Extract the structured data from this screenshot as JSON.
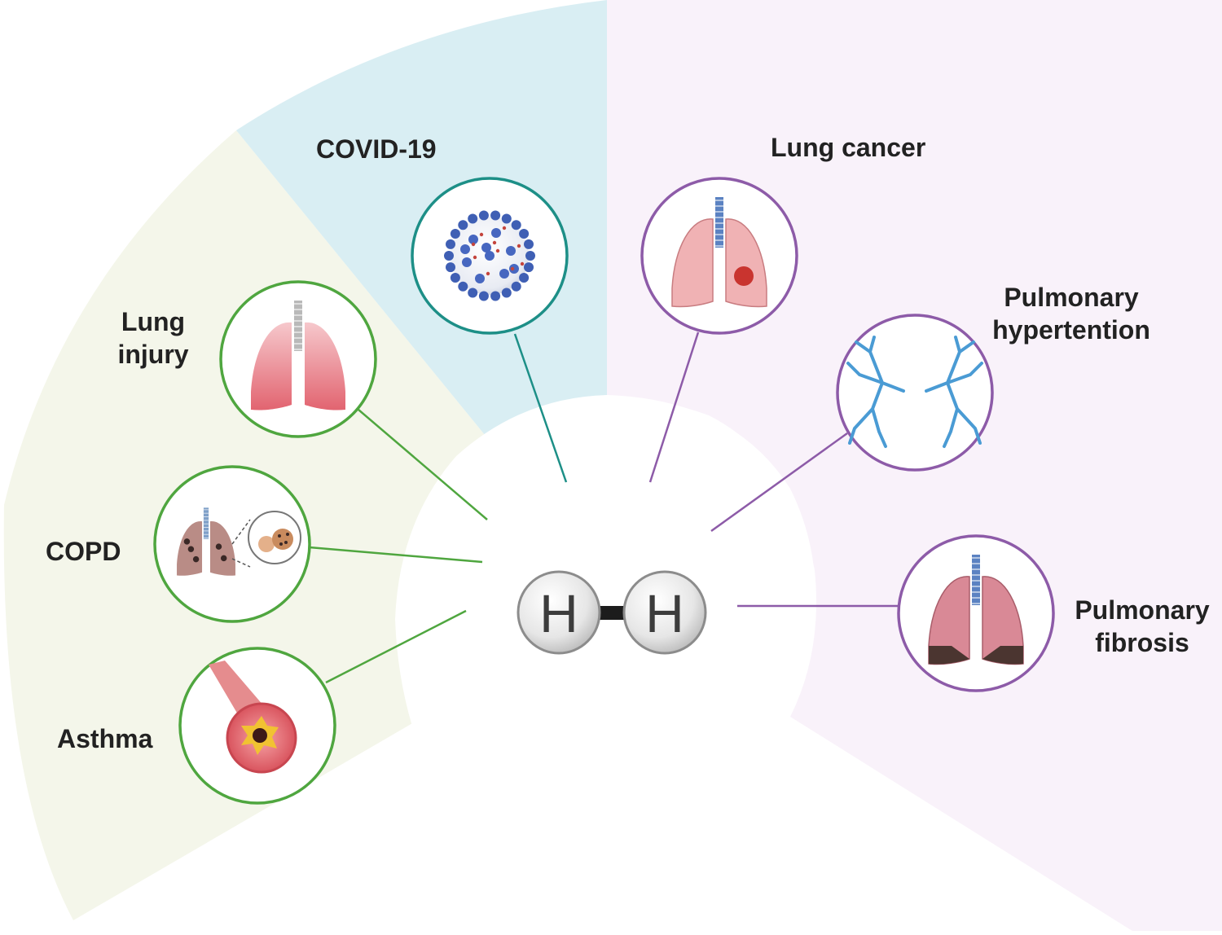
{
  "molecule": {
    "atom_left": "H",
    "atom_right": "H"
  },
  "diseases": [
    {
      "key": "covid",
      "label_lines": [
        "COVID-19"
      ],
      "group": "teal"
    },
    {
      "key": "lung-injury",
      "label_lines": [
        "Lung",
        "injury"
      ],
      "group": "green"
    },
    {
      "key": "copd",
      "label_lines": [
        "COPD"
      ],
      "group": "green"
    },
    {
      "key": "asthma",
      "label_lines": [
        "Asthma"
      ],
      "group": "green"
    },
    {
      "key": "lung-cancer",
      "label_lines": [
        "Lung cancer"
      ],
      "group": "purple"
    },
    {
      "key": "pulmonary-hypertention",
      "label_lines": [
        "Pulmonary",
        "hypertention"
      ],
      "group": "purple"
    },
    {
      "key": "pulmonary-fibrosis",
      "label_lines": [
        "Pulmonary",
        "fibrosis"
      ],
      "group": "purple"
    }
  ],
  "colors": {
    "green_sector": "#f4f6ea",
    "teal_sector": "#d9eef3",
    "purple_sector": "#f9f2fa",
    "green_ring": "#4fa63f",
    "teal_ring": "#1d8f87",
    "purple_ring": "#8d5ba8",
    "label": "#222222"
  }
}
